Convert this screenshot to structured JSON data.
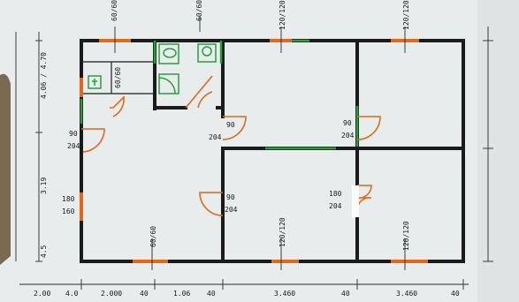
{
  "plan": {
    "bottom_dimensions": [
      "2.00",
      "4.0",
      "2.000",
      "40",
      "1.06",
      "40",
      "3.460",
      "40",
      "3.460",
      "40"
    ],
    "left_dimensions": [
      "4.06 / 4.70",
      "3.19",
      "4.5"
    ],
    "door_labels": [
      {
        "top": "90",
        "bottom": "204"
      },
      {
        "top": "90",
        "bottom": "204"
      },
      {
        "top": "90",
        "bottom": "204"
      },
      {
        "top": "90",
        "bottom": "204"
      },
      {
        "top": "180",
        "bottom": "160"
      },
      {
        "top": "180",
        "bottom": "204"
      }
    ],
    "window_labels": [
      "60/60",
      "60/60",
      "120/120",
      "120/120",
      "60/60",
      "120/120",
      "120/120",
      "60/60"
    ],
    "colors": {
      "wall": "#1b1b1b",
      "door": "#e06a1a",
      "green": "#27a03a",
      "background": "#e9ecec"
    },
    "icons": [
      "wc-icon",
      "sink-icon",
      "shower-icon",
      "compass-marker-icon"
    ]
  }
}
